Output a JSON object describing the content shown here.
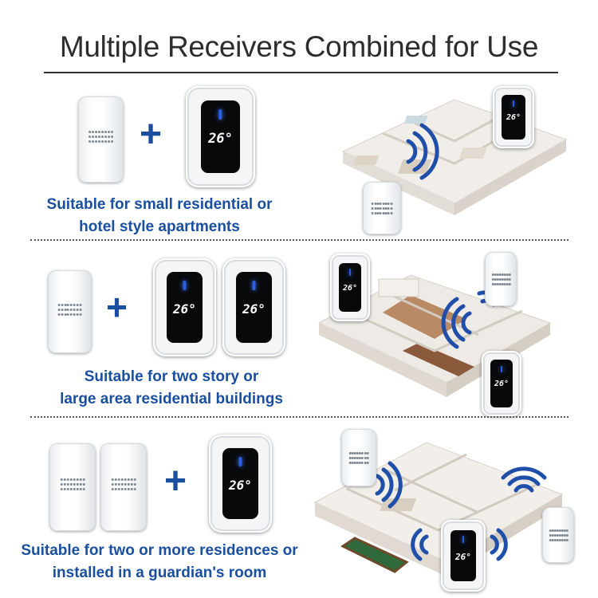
{
  "title": "Multiple Receivers Combined for Use",
  "plus_symbol": "+",
  "display_reading": "26°",
  "sections": [
    {
      "caption": [
        "Suitable for small residential or",
        "hotel style apartments"
      ]
    },
    {
      "caption": [
        "Suitable for two story or",
        "large area residential buildings"
      ]
    },
    {
      "caption": [
        "Suitable for two or more residences or",
        "installed in a guardian's room"
      ]
    }
  ],
  "colors": {
    "caption": "#1a4fa0",
    "title": "#2d2d2d",
    "signal": "#1f4fa8",
    "led": "#2c5ee0"
  }
}
